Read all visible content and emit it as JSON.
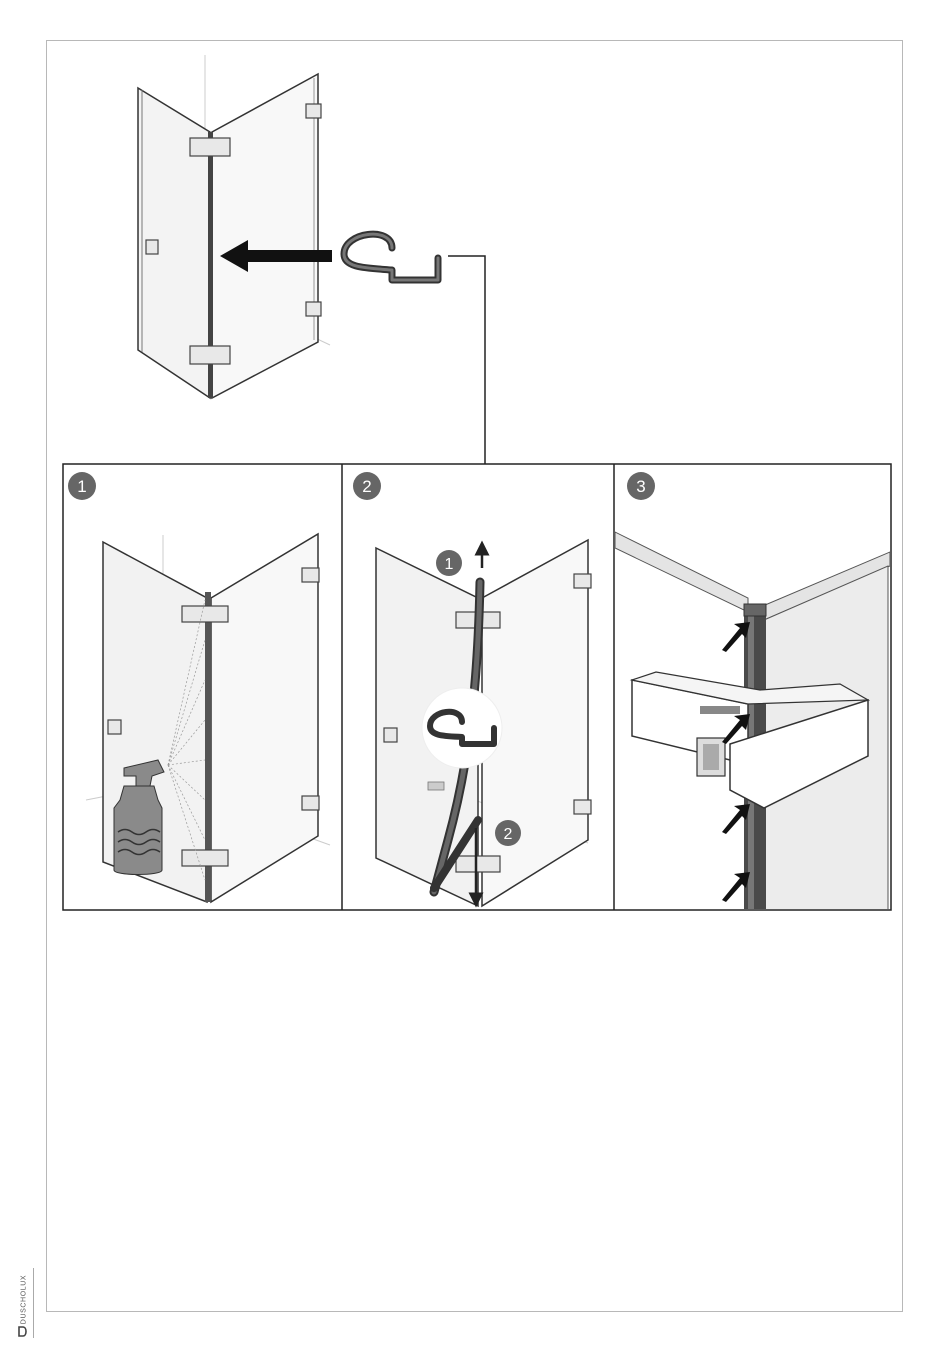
{
  "steps": [
    {
      "number": "1"
    },
    {
      "number": "2",
      "sub_steps": [
        "1",
        "2"
      ]
    },
    {
      "number": "3"
    }
  ],
  "brand": {
    "name": "DUSCHOLUX"
  },
  "colors": {
    "frame": "#b8b8b8",
    "line": "#222222",
    "glass": "#f4f4f4",
    "seal": "#555555",
    "badge": "#666666"
  }
}
